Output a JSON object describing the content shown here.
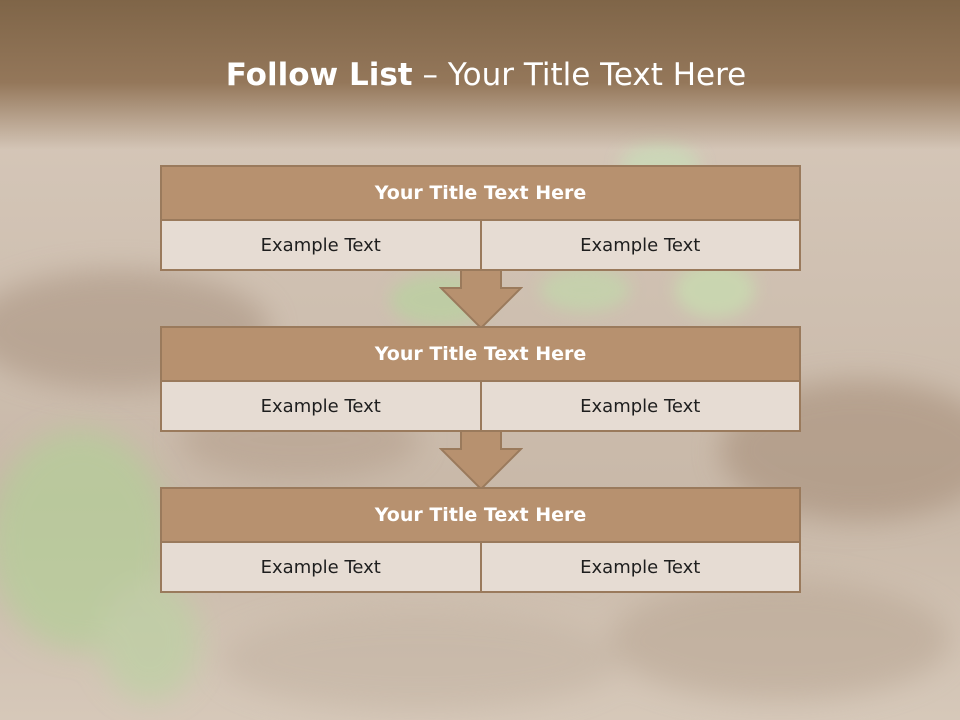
{
  "slide": {
    "title_bold": "Follow List",
    "title_rest": "– Your Title Text Here"
  },
  "blocks": [
    {
      "title": "Your Title Text Here",
      "left": "Example Text",
      "right": "Example Text"
    },
    {
      "title": "Your Title Text Here",
      "left": "Example Text",
      "right": "Example Text"
    },
    {
      "title": "Your Title Text Here",
      "left": "Example Text",
      "right": "Example Text"
    }
  ],
  "colors": {
    "header_fill": "#b7916f",
    "border": "#9a7a5c",
    "cell_fill": "#e6dcd3",
    "title_text": "#ffffff"
  }
}
